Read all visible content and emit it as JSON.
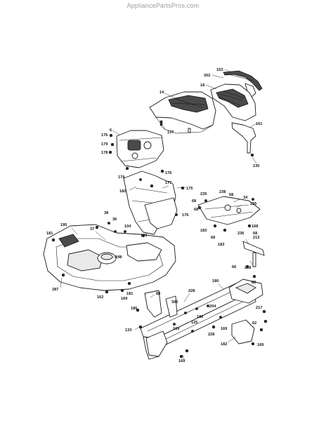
{
  "watermark": "AppliancePartsPros.com",
  "callouts": {
    "c153": "153",
    "c302": "302",
    "c14": "14",
    "c18": "18",
    "c6": "6",
    "c137": "137",
    "c161": "161",
    "c176a": "176",
    "c179a": "179",
    "c130": "130",
    "c178": "178",
    "c179b": "179",
    "c176b": "176",
    "c177": "177",
    "c175": "175",
    "c182": "182",
    "c235a": "235",
    "c238": "238",
    "c68a": "68",
    "c34": "34",
    "c68b": "68",
    "c235b": "235",
    "c68c": "68",
    "c176c": "176",
    "c38": "38",
    "c168": "168",
    "c236": "236",
    "c68d": "68",
    "c195": "195",
    "c181a": "181",
    "c36": "36",
    "c37": "37",
    "c104": "104",
    "c183": "183",
    "c68e": "68",
    "c183b": "183",
    "c213": "213",
    "c193": "193",
    "c138": "138",
    "c66": "66",
    "c218": "218",
    "c287": "287",
    "c181b": "181",
    "c180": "180",
    "c88": "88",
    "c162": "162",
    "c169a": "169",
    "c228a": "228",
    "c88b": "88",
    "c217": "217",
    "c305": "305",
    "c204": "204",
    "c62": "62",
    "c185": "185",
    "c186": "186",
    "c125": "125",
    "c169b": "169",
    "c133": "133",
    "c169c": "169",
    "c228b": "228",
    "c182b": "182",
    "c169d": "169",
    "c169e": "169"
  }
}
